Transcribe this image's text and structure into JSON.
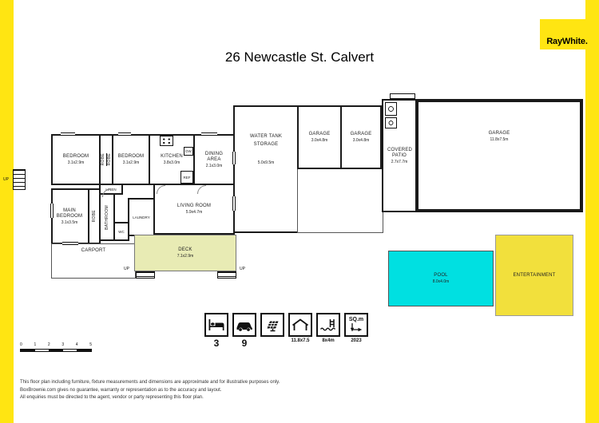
{
  "brand": {
    "logo_text": "RayWhite."
  },
  "title": "26 Newcastle St. Calvert",
  "plan": {
    "up": "UP",
    "bedroom1": {
      "name": "BEDROOM",
      "dims": "3.1x2.9m"
    },
    "bedroom2": {
      "name": "BEDROOM",
      "dims": "3.1x2.9m"
    },
    "robe1": "ROBE",
    "robe2": "ROBE",
    "robe3": "ROBE",
    "kitchen": {
      "name": "KITCHEN",
      "dims": "3.8x3.0m"
    },
    "dining": {
      "name": "DINING AREA",
      "dims": "2.1x3.0m"
    },
    "ref": "REF",
    "dw": "DW",
    "main_bedroom": {
      "name": "MAIN BEDROOM",
      "dims": "3.1x3.5m"
    },
    "linen": "LINEN",
    "bathroom": "BATHROOM",
    "wc": "WC",
    "laundry": "LAUNDRY",
    "living": {
      "name": "LIVING ROOM",
      "dims": "5.9x4.7m"
    },
    "carport": {
      "name": "CARPORT"
    },
    "deck": {
      "name": "DECK",
      "dims": "7.1x2.9m"
    },
    "storage": {
      "name1": "WATER TANK",
      "name2": "STORAGE",
      "dims": "5.0x9.5m"
    },
    "garage1": {
      "name": "GARAGE",
      "dims": "3.0x4.8m"
    },
    "garage2": {
      "name": "GARAGE",
      "dims": "3.0x4.8m"
    },
    "patio": {
      "name": "COVERED PATIO",
      "dims": "2.7x7.7m"
    },
    "garage_main": {
      "name": "GARAGE",
      "dims": "11.8x7.5m"
    },
    "pool": {
      "name": "POOL",
      "dims": "8.0x4.0m"
    },
    "entertainment": {
      "name": "ENTERTAINMENT"
    }
  },
  "legend": {
    "items": [
      {
        "name": "bedrooms",
        "value": "3"
      },
      {
        "name": "car-spaces",
        "value": "9"
      },
      {
        "name": "solar-panels",
        "value": ""
      },
      {
        "name": "shed",
        "value": "11.8x7.5"
      },
      {
        "name": "pool",
        "value": "8x4m"
      },
      {
        "name": "land-area",
        "label": "SQ.m",
        "value": "2023"
      }
    ]
  },
  "scale": {
    "ticks": [
      "0",
      "1",
      "2",
      "3",
      "4",
      "5"
    ]
  },
  "colors": {
    "brand_yellow": "#FFE512",
    "pool_cyan": "#00E0E1",
    "deck_green": "#E8EBB4",
    "entertainment_yellow": "#F2E03C"
  },
  "disclaimer": {
    "line1": "This floor plan including furniture, fixture measurements and dimensions are approximate and for illustrative purposes only.",
    "line2": "BoxBrownie.com gives no guarantee, warranty or representation as to the accuracy and layout.",
    "line3": "All enquiries must be directed to the agent, vendor or party representing this floor plan."
  }
}
